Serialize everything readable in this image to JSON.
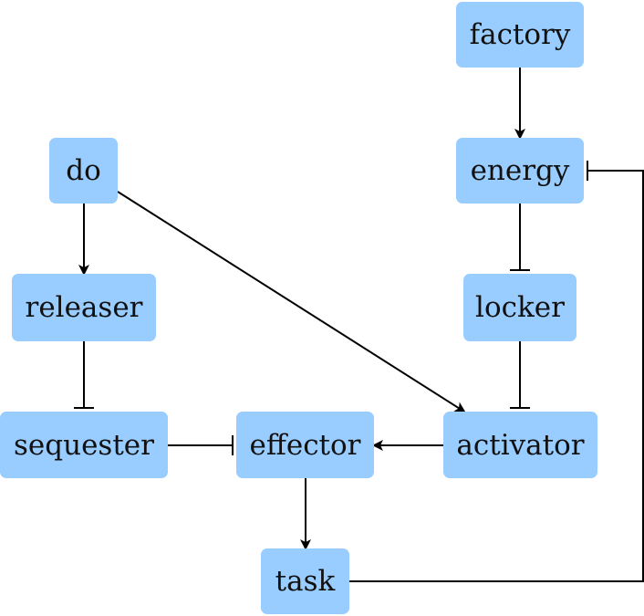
{
  "diagram": {
    "node_color": "#99ccff",
    "edge_color": "#000000",
    "nodes": {
      "factory": "factory",
      "do": "do",
      "energy": "energy",
      "releaser": "releaser",
      "locker": "locker",
      "sequester": "sequester",
      "effector": "effector",
      "activator": "activator",
      "task": "task"
    },
    "edges": [
      {
        "from": "factory",
        "to": "energy",
        "type": "activation"
      },
      {
        "from": "do",
        "to": "releaser",
        "type": "activation"
      },
      {
        "from": "do",
        "to": "activator",
        "type": "activation"
      },
      {
        "from": "energy",
        "to": "locker",
        "type": "inhibition"
      },
      {
        "from": "releaser",
        "to": "sequester",
        "type": "inhibition"
      },
      {
        "from": "locker",
        "to": "activator",
        "type": "inhibition"
      },
      {
        "from": "sequester",
        "to": "effector",
        "type": "inhibition"
      },
      {
        "from": "activator",
        "to": "effector",
        "type": "activation"
      },
      {
        "from": "effector",
        "to": "task",
        "type": "activation"
      },
      {
        "from": "task",
        "to": "energy",
        "type": "inhibition"
      }
    ]
  }
}
